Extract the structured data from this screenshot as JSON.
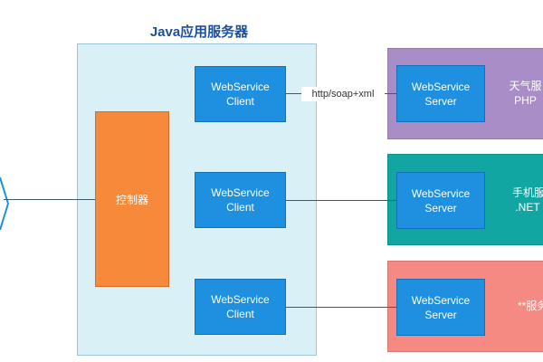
{
  "diagram": {
    "title": "Java应用服务器",
    "controller": "控制器",
    "clients": [
      {
        "line1": "WebService",
        "line2": "Client"
      },
      {
        "line1": "WebService",
        "line2": "Client"
      },
      {
        "line1": "WebService",
        "line2": "Client"
      }
    ],
    "protocol_label": "http/soap+xml",
    "services": [
      {
        "server_line1": "WebService",
        "server_line2": "Server",
        "label_line1": "天气服",
        "label_line2": "PHP",
        "color": "#a98dc6"
      },
      {
        "server_line1": "WebService",
        "server_line2": "Server",
        "label_line1": "手机服",
        "label_line2": ".NET",
        "color": "#12a6a3"
      },
      {
        "server_line1": "WebService",
        "server_line2": "Server",
        "label_line1": "**服务",
        "label_line2": "",
        "color": "#f58a82"
      }
    ],
    "colors": {
      "java_server_bg": "#d9f0f6",
      "controller": "#f6893a",
      "component_blue": "#1f8fe0",
      "title_text": "#1c4f9c"
    }
  }
}
